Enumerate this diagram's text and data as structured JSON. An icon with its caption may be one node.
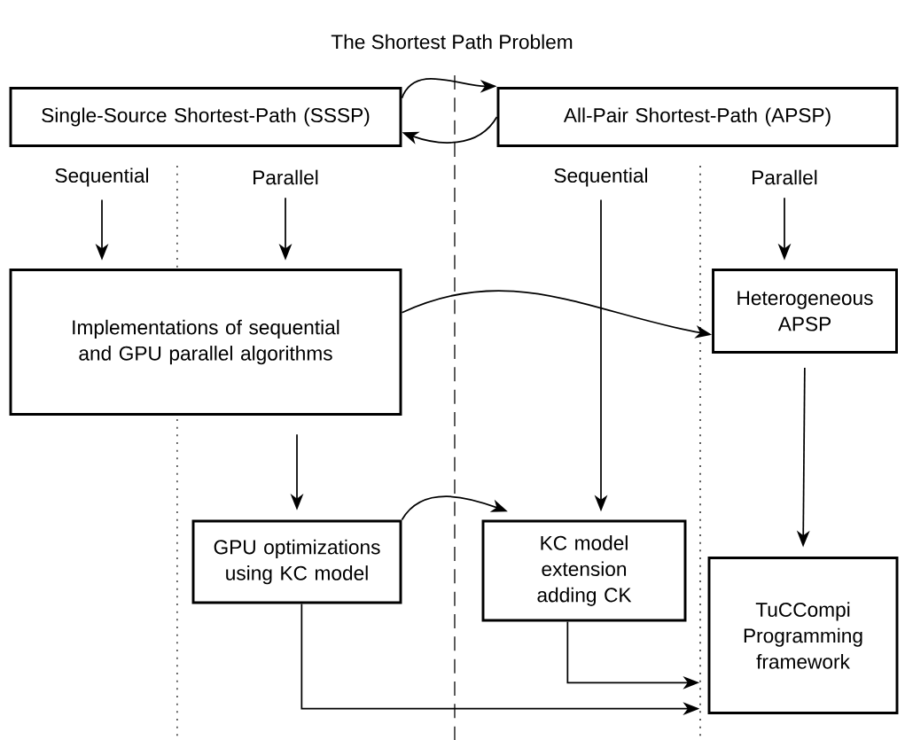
{
  "diagram": {
    "title": "The Shortest Path Problem",
    "nodes": [
      {
        "text": [
          "Single-Source Shortest-Path (SSSP)"
        ]
      },
      {
        "text": [
          "All-Pair Shortest-Path (APSP)"
        ]
      },
      {
        "text": [
          "Sequential"
        ]
      },
      {
        "text": [
          "Parallel"
        ]
      },
      {
        "text": [
          "Sequential"
        ]
      },
      {
        "text": [
          "Parallel"
        ]
      },
      {
        "text": [
          "Implementations of sequential and GPU parallel algorithms"
        ]
      },
      {
        "text": [
          "Heterogeneous APSP"
        ]
      },
      {
        "text": [
          "GPU optimizations using KC model"
        ]
      },
      {
        "text": [
          "KC model extension adding CK"
        ]
      },
      {
        "text": [
          "TuCCompi Programming framework"
        ]
      }
    ],
    "edges": [
      {
        "from": 0,
        "to": 1,
        "arrow": "to"
      },
      {
        "from": 1,
        "to": 0,
        "arrow": "to"
      },
      {
        "from": 2,
        "to": 6,
        "arrow": "to"
      },
      {
        "from": 3,
        "to": 6,
        "arrow": "to"
      },
      {
        "from": 4,
        "to": 9,
        "arrow": "to"
      },
      {
        "from": 5,
        "to": 7,
        "arrow": "to"
      },
      {
        "from": 6,
        "to": 7,
        "arrow": "to"
      },
      {
        "from": 6,
        "to": 8,
        "arrow": "to"
      },
      {
        "from": 8,
        "to": 9,
        "arrow": "to"
      },
      {
        "from": 7,
        "to": 10,
        "arrow": "to"
      },
      {
        "from": 9,
        "to": 10,
        "arrow": "to"
      },
      {
        "from": 8,
        "to": 10,
        "arrow": "to"
      }
    ]
  }
}
